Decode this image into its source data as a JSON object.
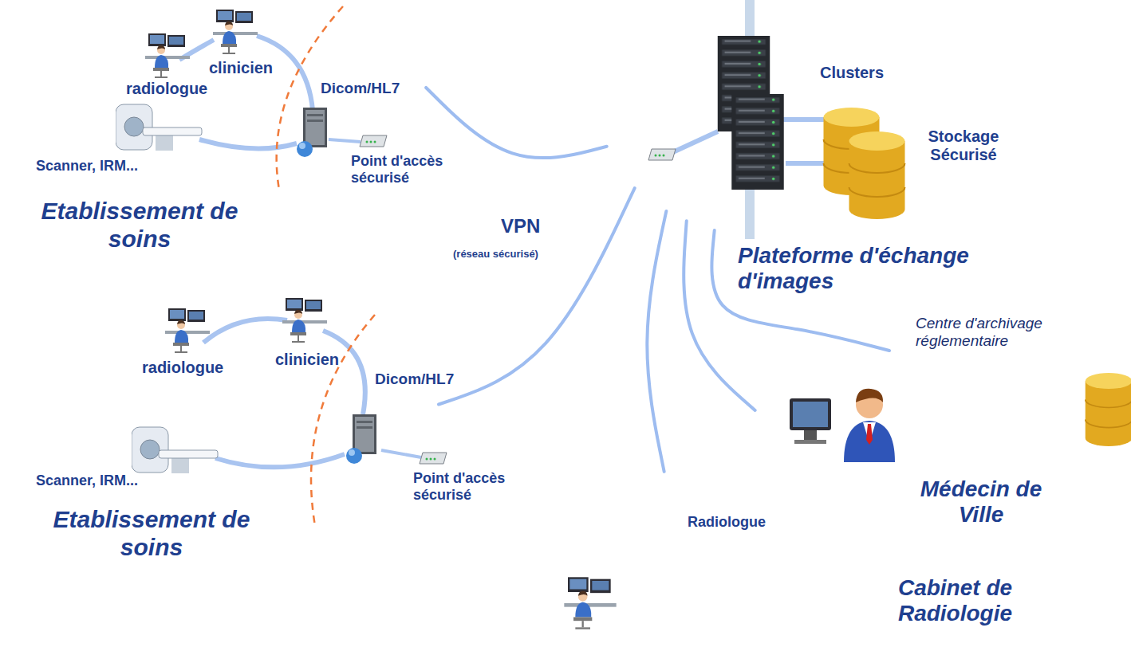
{
  "diagram": {
    "nodes": [
      {
        "text": [
          "Etablissement de soins"
        ]
      },
      {
        "text": [
          "Plateforme d'échange d'images"
        ]
      },
      {
        "text": [
          "Etablissement de soins"
        ]
      },
      {
        "text": [
          "Centre d'archivage réglementaire"
        ]
      },
      {
        "text": [
          "Médecin de Ville"
        ]
      },
      {
        "text": [
          "Radiologue",
          "Cabinet de Radiologie"
        ]
      }
    ],
    "edges": [
      {
        "from": 0,
        "to": 1,
        "arrow": "none"
      },
      {
        "from": 2,
        "to": 1,
        "arrow": "none"
      },
      {
        "from": 5,
        "to": 1,
        "arrow": "none"
      },
      {
        "from": 4,
        "to": 1,
        "arrow": "none"
      },
      {
        "from": 3,
        "to": 1,
        "arrow": "none"
      }
    ],
    "labels": [
      "radiologue",
      "clinicien",
      "Dicom/HL7",
      "Scanner, IRM...",
      "Point d'accès sécurisé",
      "VPN",
      "(réseau sécurisé)",
      "Clusters",
      "Stockage Sécurisé",
      "radiologue",
      "clinicien",
      "Dicom/HL7",
      "Scanner, IRM...",
      "Point d'accès sécurisé"
    ]
  }
}
